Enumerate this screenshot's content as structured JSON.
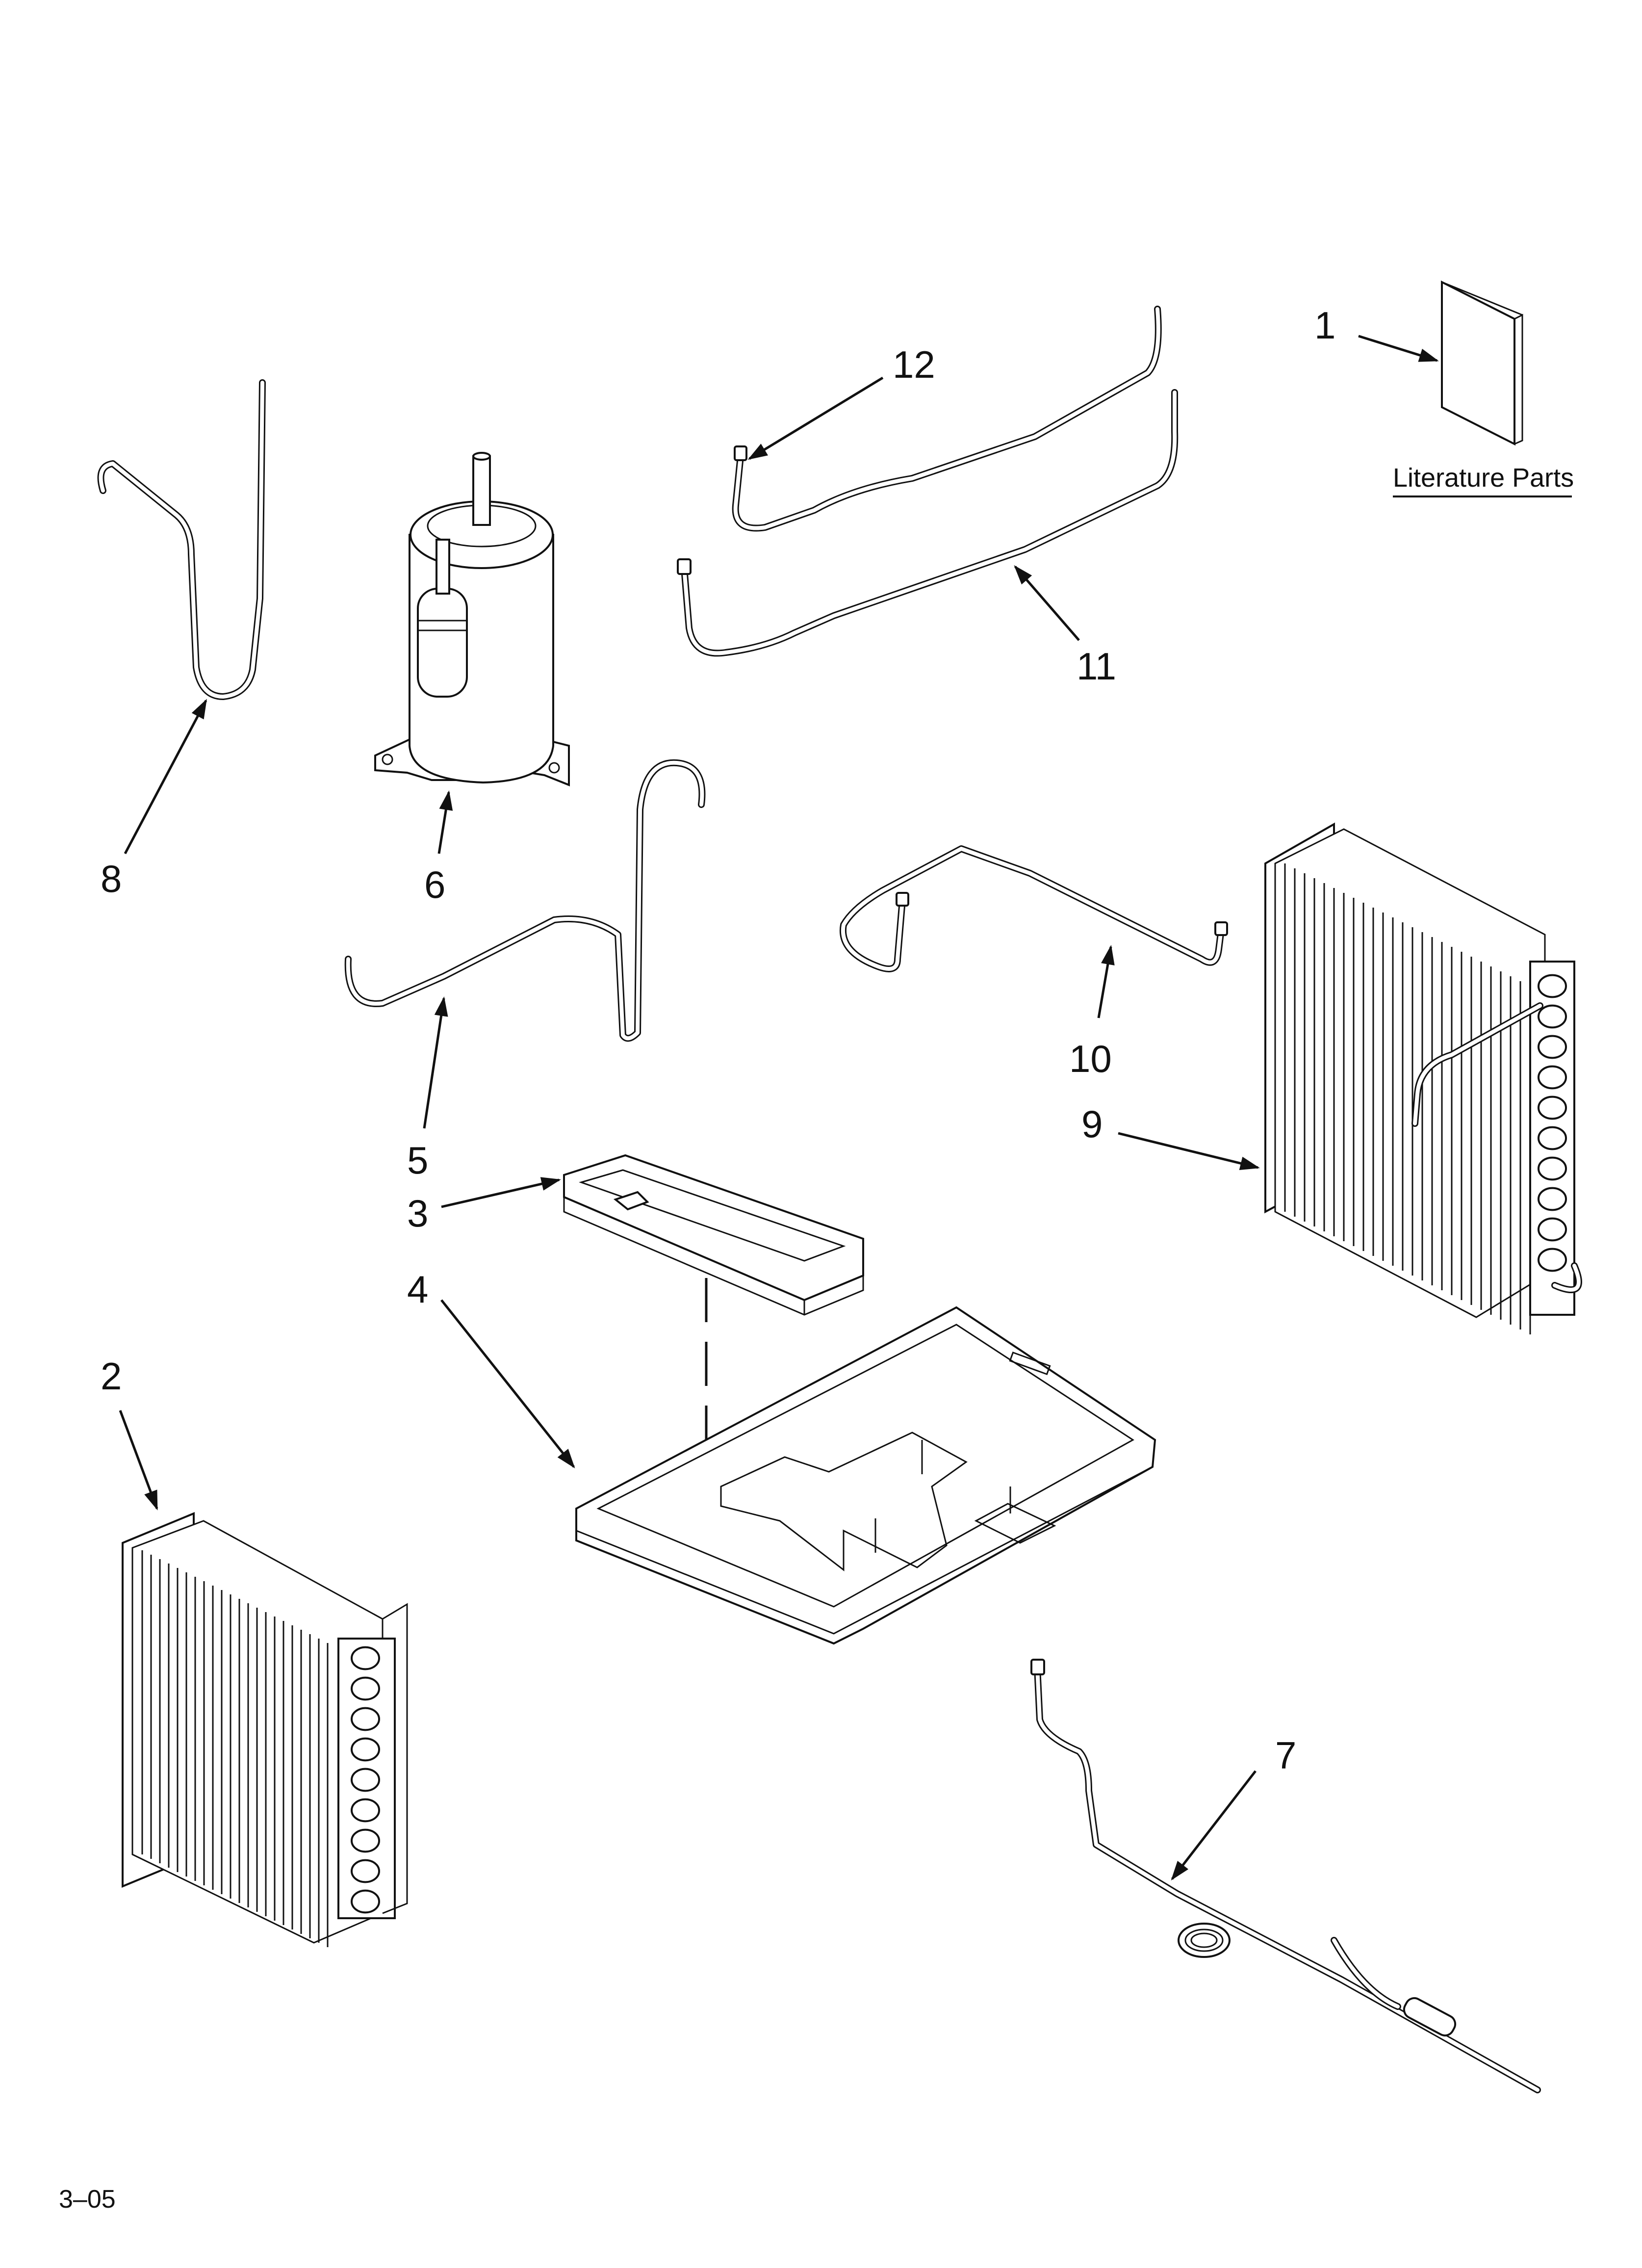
{
  "diagram": {
    "callouts": [
      "1",
      "2",
      "3",
      "4",
      "5",
      "6",
      "7",
      "8",
      "9",
      "10",
      "11",
      "12"
    ],
    "literature_label": "Literature Parts",
    "footer_code": "3–05"
  }
}
